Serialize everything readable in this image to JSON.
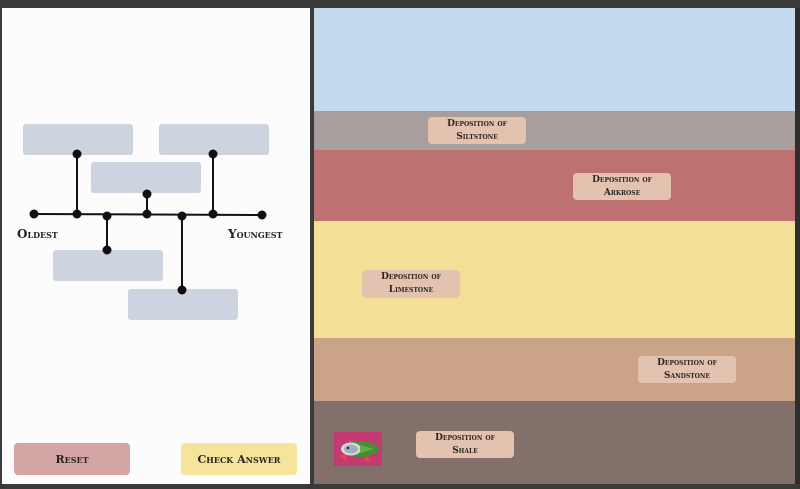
{
  "timeline": {
    "oldest_label": "Oldest",
    "youngest_label": "Youngest"
  },
  "buttons": {
    "reset_label": "Reset",
    "check_label": "Check Answer",
    "reset_color": "#d4a5a5",
    "check_color": "#f5e49a"
  },
  "layers": [
    {
      "name": "sky",
      "color": "#c2d9ee"
    },
    {
      "name": "siltstone",
      "color": "#a89e9e"
    },
    {
      "name": "arkrose",
      "color": "#bd7271"
    },
    {
      "name": "limestone",
      "color": "#f3df95"
    },
    {
      "name": "sandstone",
      "color": "#cba389"
    },
    {
      "name": "shale",
      "color": "#83706b"
    }
  ],
  "cards": [
    {
      "line1": "Deposition of",
      "line2": "Siltstone"
    },
    {
      "line1": "Deposition of",
      "line2": "Arkrose"
    },
    {
      "line1": "Deposition of",
      "line2": "Limestone"
    },
    {
      "line1": "Deposition of",
      "line2": "Sandstone"
    },
    {
      "line1": "Deposition of",
      "line2": "Shale"
    }
  ],
  "colors": {
    "card_bg": "#e3c3b0",
    "slot_bg": "#ced4df",
    "icon_bg": "#c33a72"
  },
  "icons": {
    "fossil": "fish-fossil-icon"
  }
}
